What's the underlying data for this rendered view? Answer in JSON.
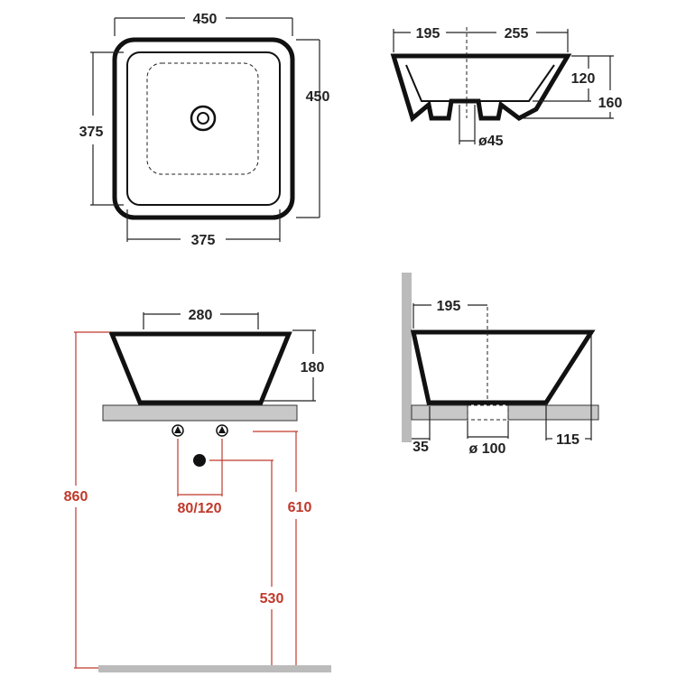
{
  "top_view": {
    "width_top": "450",
    "height_right": "450",
    "height_left": "375",
    "width_bottom": "375"
  },
  "side_view": {
    "left_offset": "195",
    "right_offset": "255",
    "inner_depth": "120",
    "total_height": "160",
    "drain_diameter": "ø45"
  },
  "front_view": {
    "top_width": "280",
    "bowl_height": "180",
    "total_height": "860",
    "tap_spacing": "80/120",
    "tap_height": "610",
    "drain_height": "530"
  },
  "section_view": {
    "offset": "195",
    "wall_gap": "35",
    "hole_diameter": "ø 100",
    "right_overhang": "115"
  },
  "colors": {
    "line": "#111111",
    "dimension_red": "#c0392b",
    "counter_fill": "#c8c8c8",
    "wall_fill": "#bbbbbb"
  }
}
